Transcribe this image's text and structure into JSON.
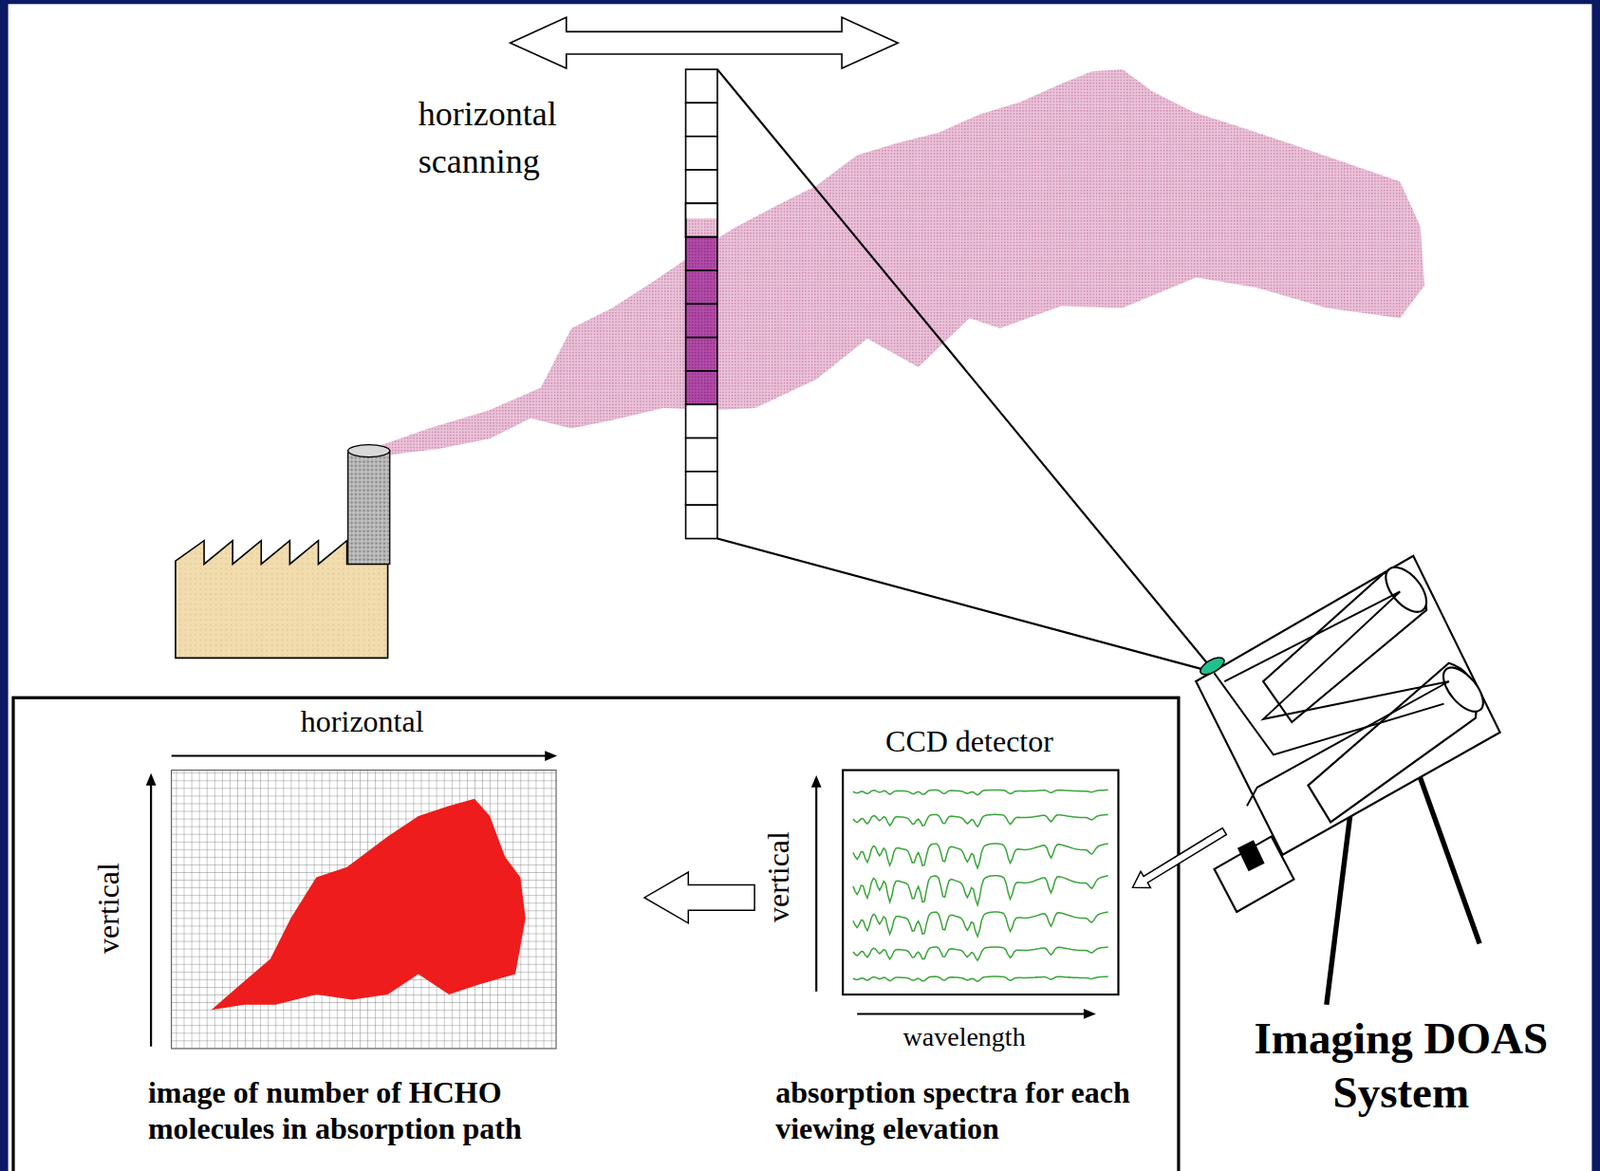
{
  "diagram": {
    "nodes": [
      {
        "text": [
          "horizontal",
          "vertical",
          "image of number of HCHO molecules in absorption path"
        ]
      },
      {
        "text": [
          "CCD detector",
          "vertical",
          "wavelength",
          "absorption spectra for each viewing elevation"
        ]
      },
      {
        "text": [
          "Imaging DOAS System"
        ]
      }
    ],
    "edges": [
      {
        "from": 1,
        "to": 0,
        "arrow": "to"
      },
      {
        "from": 2,
        "to": 1,
        "arrow": "to"
      }
    ],
    "labels": [
      "horizontal scanning"
    ]
  }
}
